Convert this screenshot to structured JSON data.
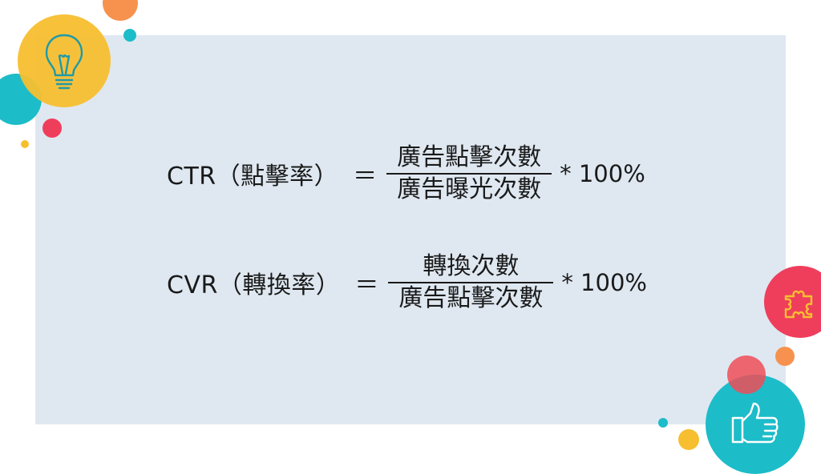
{
  "formulas": [
    {
      "lhs": "CTR（點擊率）",
      "eq": "＝",
      "numerator": "廣告點擊次數",
      "denominator": "廣告曝光次數",
      "multiplier": "* 100%"
    },
    {
      "lhs": "CVR（轉換率）",
      "eq": "＝",
      "numerator": "轉換次數",
      "denominator": "廣告點擊次數",
      "multiplier": "* 100%"
    }
  ],
  "decorations": {
    "icons": [
      "lightbulb-icon",
      "puzzle-icon",
      "thumbs-up-icon"
    ],
    "colors": {
      "panel": "#dfe8f1",
      "yellow": "#f7bf2f",
      "teal": "#1dbcc9",
      "orange": "#f6924e",
      "pink": "#ef3e5c",
      "red": "#ee4e58"
    }
  }
}
